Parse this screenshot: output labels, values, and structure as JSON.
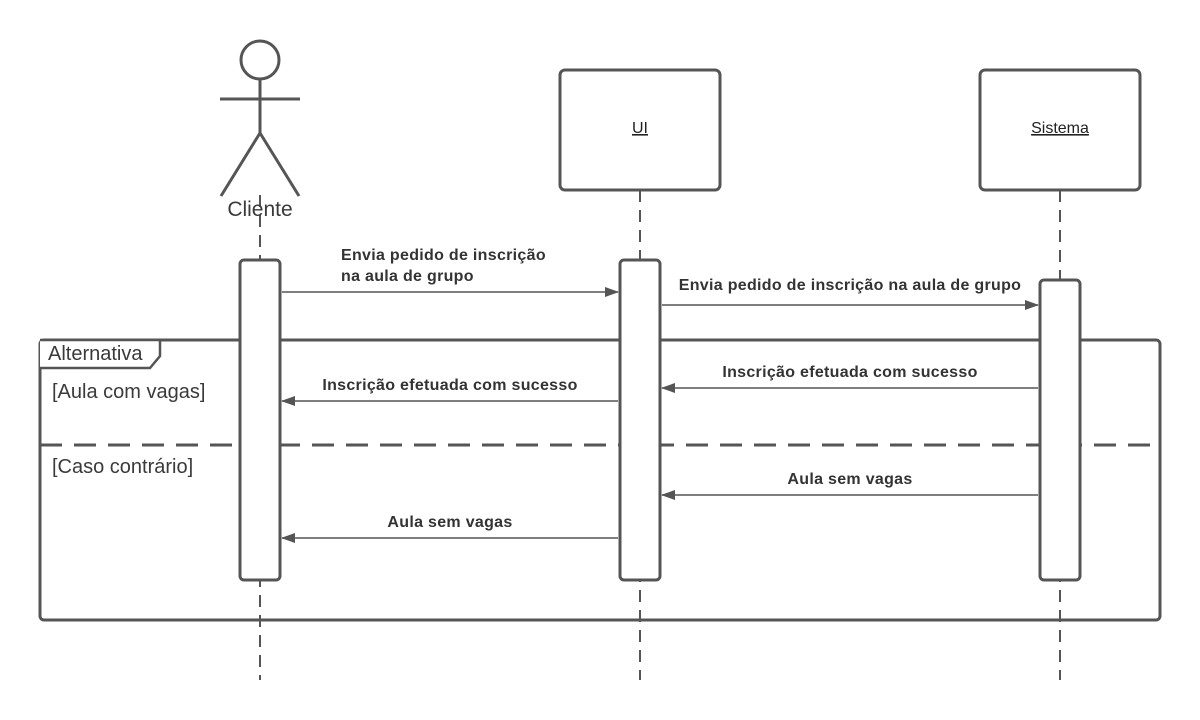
{
  "participants": {
    "actor": {
      "label": "Cliente"
    },
    "ui": {
      "label": "UI"
    },
    "sistema": {
      "label": "Sistema"
    }
  },
  "messages": {
    "m1_line1": "Envia pedido de inscrição",
    "m1_line2": "na aula de grupo",
    "m2": "Envia pedido de inscrição na aula de grupo",
    "m3": "Inscrição efetuada com sucesso",
    "m4": "Inscrição efetuada com sucesso",
    "m5": "Aula sem vagas",
    "m6": "Aula sem vagas"
  },
  "fragment": {
    "operator": "Alternativa",
    "guard1": "[Aula com vagas]",
    "guard2": "[Caso contrário]"
  },
  "colors": {
    "stroke": "#555555",
    "text": "#333333",
    "background": "#ffffff"
  }
}
